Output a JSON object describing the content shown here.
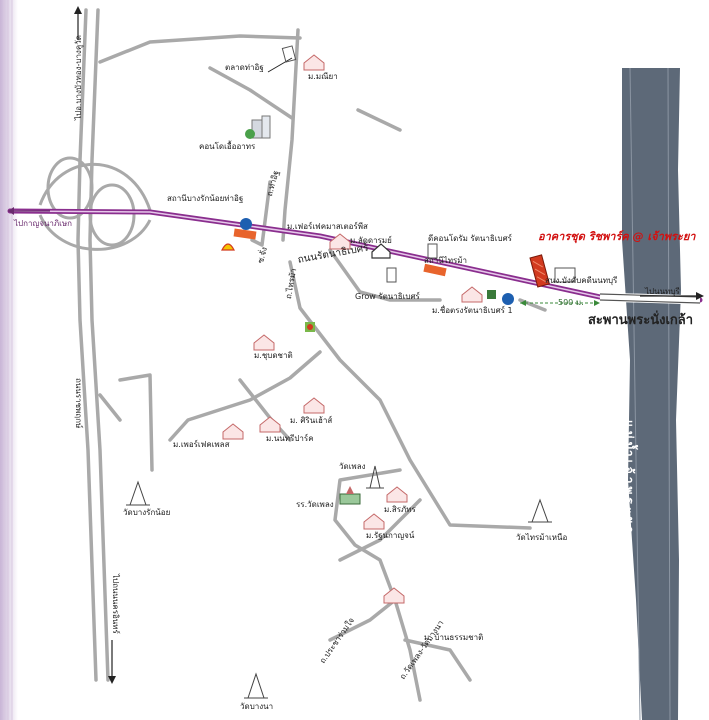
{
  "map": {
    "highway_name": "ถนนรัตนาธิเบศร์",
    "bridge_name": "สะพานพระนั่งเกล้า",
    "river_name": "แม่น้ำเจ้าพระยา",
    "west_arrow": "ไปกาญจนาภิเษก",
    "east_arrow": "ไปนนทบุรี",
    "project_name": "อาคารชุด ริชพาร์ค @ เจ้าพระยา",
    "distance": "500 ม.",
    "colors": {
      "main_road": "#8a2e8e",
      "road": "#a9a9a9",
      "river": "#5d6978",
      "project": "#d23a1f",
      "house": "#d98c8c"
    }
  },
  "places": {
    "p1": "ตลาดท่าอิฐ",
    "p2": "ม.มณียา",
    "p3": "คอนโดเอื้ออาทร",
    "p4": "สถานีบางรักน้อยท่าอิฐ",
    "p5": "ม.เฟอร์เฟคมาสเตอร์พีส",
    "p6": "ม.ลัดดารมย์",
    "p7": "ดีคอนโดรัม รัตนาธิเบศร์",
    "p8": "สถานีไทรม้า",
    "p9": "สนง.บังคับคดีนนทบุรี",
    "p10": "Grow รัตนาธิเบศร์",
    "p11": "ม.ชื่อตรงรัตนาธิเบศร์ 1",
    "p12": "ม.ชุบดชาติ",
    "p13": "ม. ศิรินเฮ้าส์",
    "p14": "ม.เพอร์เฟคเพลส",
    "p15": "ม.นนทรีปาร์ค",
    "p16": "วัดเพลง",
    "p17": "รร.วัดเพลง",
    "p18": "ม.สิรภัทร",
    "p19": "ม.รัฐนกาญจน์",
    "p20": "วัดไทรม้าเหนือ",
    "p21": "วัดบางรักน้อย",
    "p22": "ม. บ้านธรรมชาติ",
    "p23": "วัดบางนา"
  },
  "roads": {
    "r1": "ไปอ.บางบัวทอง-บางคูวัด",
    "r2": "ถ.ท่าอิฐ",
    "r3": "ซ.จั่ง",
    "r4": "ถ.ไทรม้า",
    "r5": "ถนนราชพฤกษ์",
    "r6": "ไปถนนนครอินทร์",
    "r7": "ถ.ประชาร่วมใจ",
    "r8": "ถ.วัดเพลง-วัดบางนา"
  }
}
